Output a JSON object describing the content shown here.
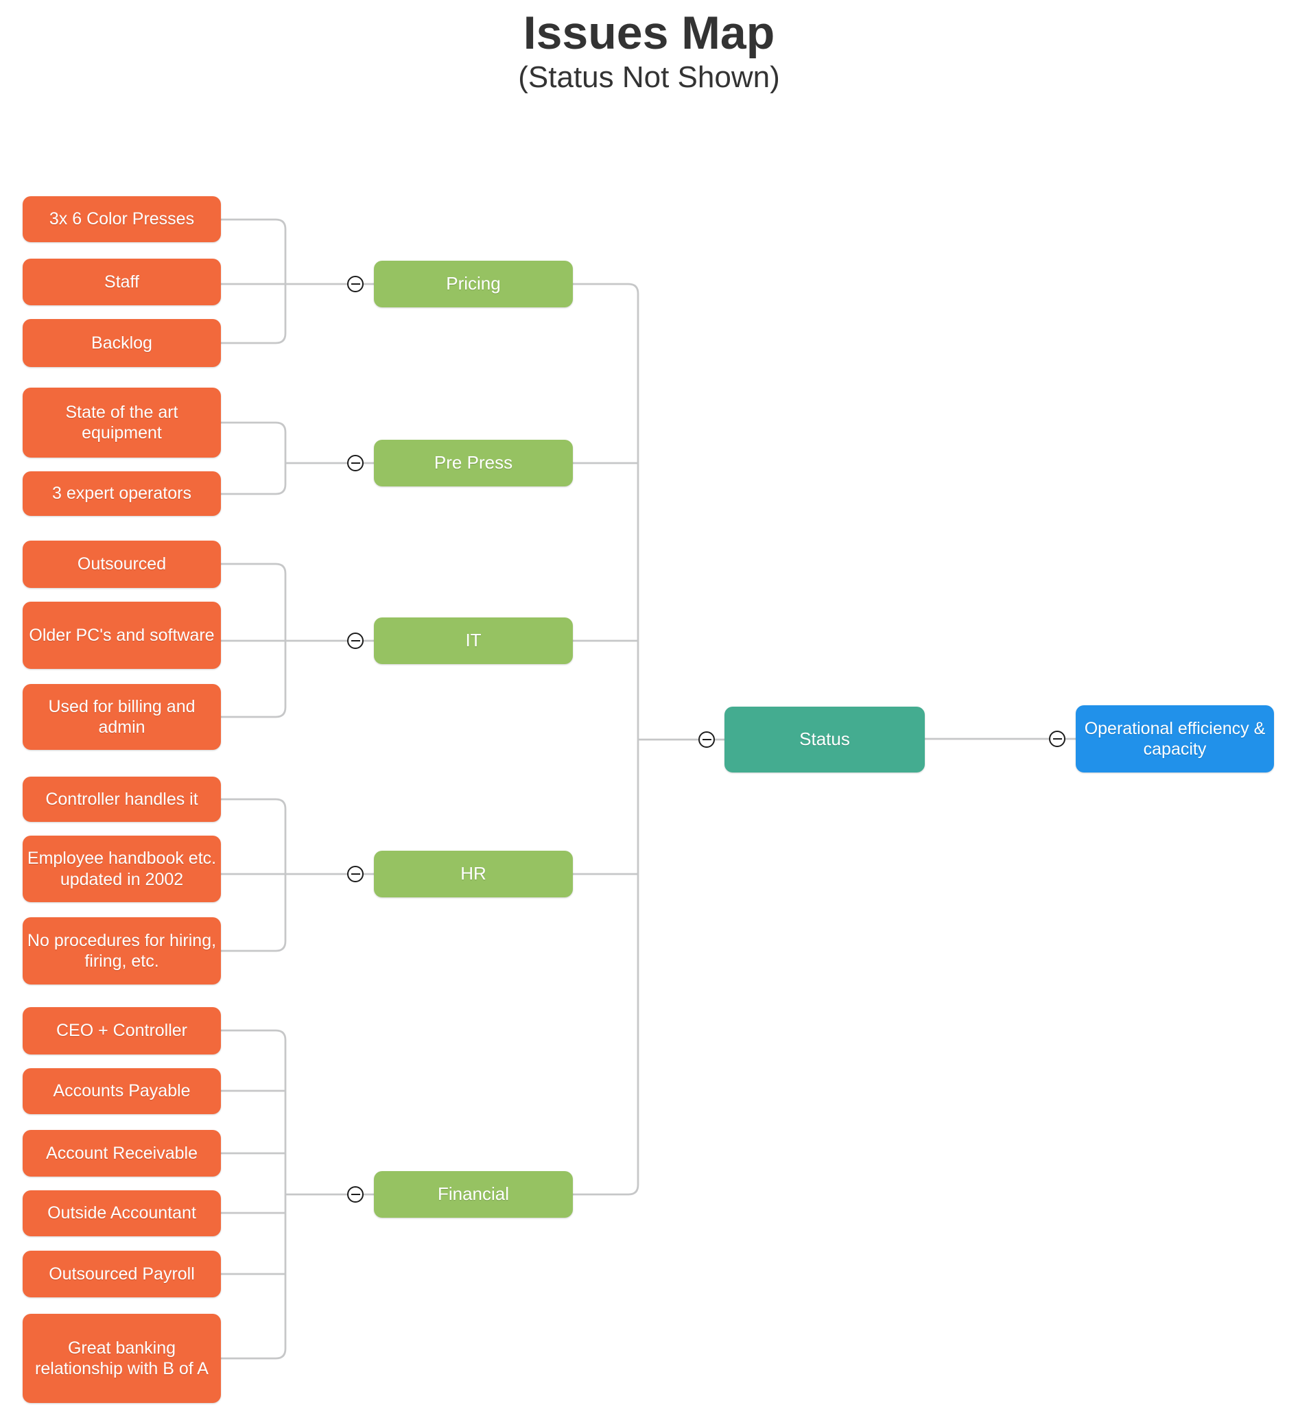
{
  "title": {
    "heading": "Issues Map",
    "subheading": "(Status Not Shown)"
  },
  "colors": {
    "leaf": "#F2693C",
    "category": "#96C262",
    "status": "#44AC90",
    "root": "#2191EA",
    "connector": "#C6C7C8"
  },
  "icons": {
    "collapse": "minus-circle"
  },
  "map": {
    "root": {
      "label": "Operational efficiency & capacity"
    },
    "status": {
      "label": "Status"
    },
    "categories": [
      {
        "label": "Pricing",
        "children": [
          "3x 6 Color Presses",
          "Staff",
          "Backlog"
        ]
      },
      {
        "label": "Pre Press",
        "children": [
          "State of the art equipment",
          "3 expert operators"
        ]
      },
      {
        "label": "IT",
        "children": [
          "Outsourced",
          "Older PC's and software",
          "Used for billing and admin"
        ]
      },
      {
        "label": "HR",
        "children": [
          "Controller handles it",
          "Employee handbook etc. updated in 2002",
          "No procedures for hiring, firing, etc."
        ]
      },
      {
        "label": "Financial",
        "children": [
          "CEO + Controller",
          "Accounts Payable",
          "Account Receivable",
          "Outside Accountant",
          "Outsourced Payroll",
          "Great banking relationship with B of A"
        ]
      }
    ]
  }
}
